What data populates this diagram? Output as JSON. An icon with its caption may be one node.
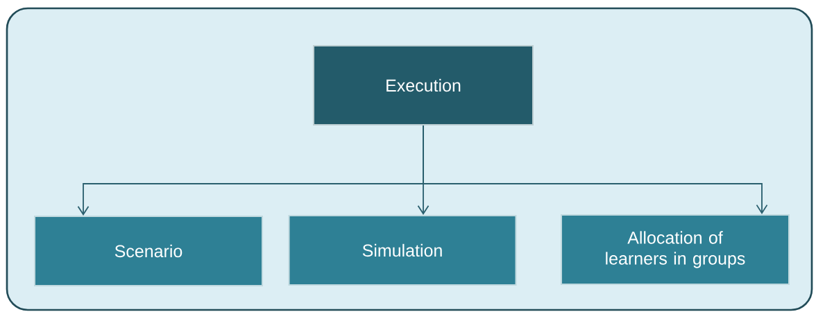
{
  "diagram": {
    "nodes": [
      {
        "text": [
          "Execution"
        ]
      },
      {
        "text": [
          "Scenario"
        ]
      },
      {
        "text": [
          "Simulation"
        ]
      },
      {
        "text": [
          "Allocation of learners in groups"
        ]
      }
    ],
    "edges": [
      {
        "from": 0,
        "to": 1,
        "arrow": "to"
      },
      {
        "from": 0,
        "to": 2,
        "arrow": "to"
      },
      {
        "from": 0,
        "to": 3,
        "arrow": "to"
      }
    ]
  }
}
